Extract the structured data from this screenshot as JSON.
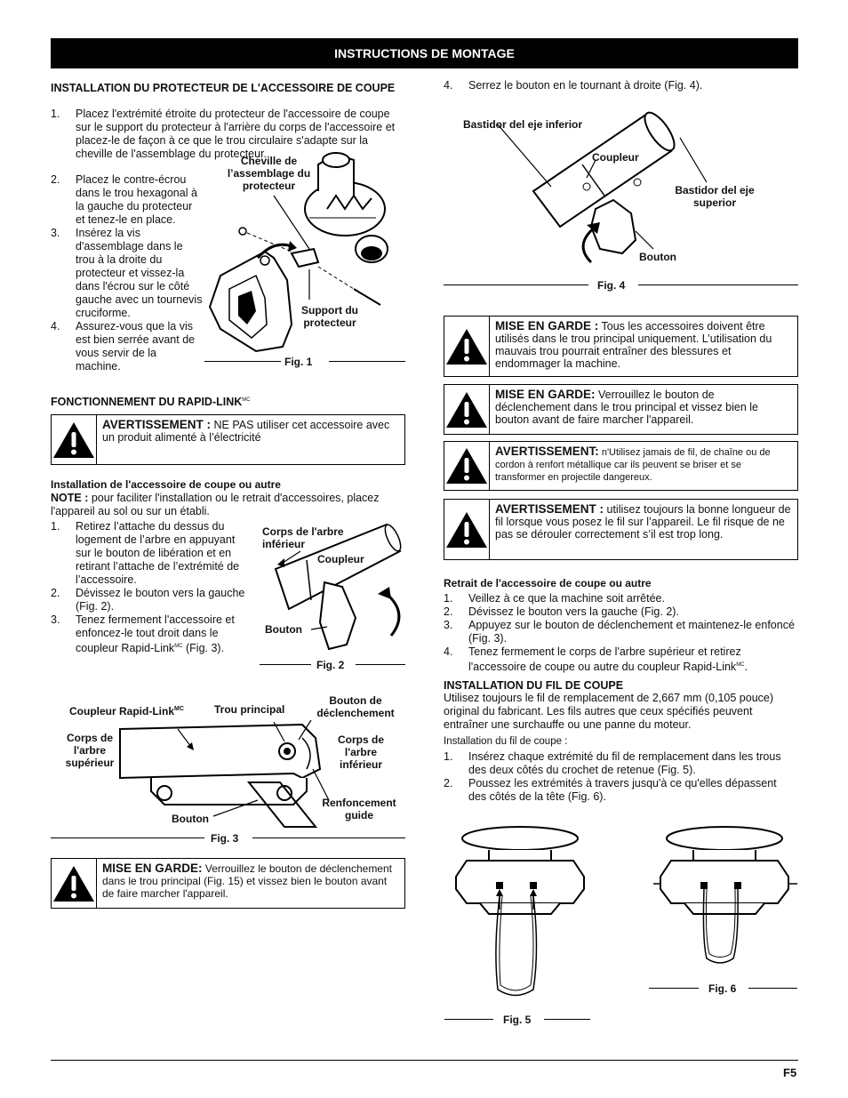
{
  "banner": "INSTRUCTIONS DE MONTAGE",
  "s1": {
    "title": "INSTALLATION DU PROTECTEUR DE L'ACCESSOIRE DE COUPE",
    "steps": [
      {
        "num": "1.",
        "text": "Placez l'extrémité étroite du protecteur de l'accessoire de coupe sur le support du protecteur à l'arrière du corps de l'accessoire et placez-le de façon à ce que le trou circulaire s'adapte sur la cheville de l'assemblage du protecteur."
      },
      {
        "num": "2.",
        "text": "Placez le contre-écrou dans le trou hexagonal à la gauche du protecteur et tenez-le en place."
      },
      {
        "num": "3.",
        "text": "Insérez la vis d'assemblage dans le trou  à la droite du protecteur et vissez-la dans l'écrou sur le côté gauche avec un tournevis cruciforme."
      },
      {
        "num": "4.",
        "text": "Assurez-vous que la vis est bien serrée avant de vous servir de la machine."
      }
    ],
    "fig_labels": {
      "cheville": "Cheville de l’assemblage du protecteur",
      "support": "Support du protecteur",
      "caption": "Fig. 1"
    }
  },
  "s2": {
    "title": "FONCTIONNEMENT DU RAPID-LINK",
    "title_sup": "MC",
    "warning": {
      "lead": "AVERTISSEMENT :",
      "text": " NE PAS utiliser cet accessoire avec un produit alimenté à l’électricité"
    },
    "sub": "Installation de l'accessoire de coupe ou autre",
    "note_lead": "NOTE :",
    "note_text": " pour faciliter l'installation ou le retrait d'accessoires, placez l'appareil au sol ou sur un établi.",
    "steps": [
      {
        "num": "1.",
        "text": "Retirez l’attache du dessus du logement de l’arbre en appuyant sur le bouton de libération et en retirant l’attache de l’extrémité de l’accessoire."
      },
      {
        "num": "2.",
        "text": "Dévissez le bouton vers la gauche (Fig. 2)."
      },
      {
        "num": "3.",
        "text_a": "Tenez fermement l'accessoire et enfoncez-le tout droit dans le coupleur Rapid-Link",
        "sup": "MC",
        "text_b": " (Fig. 3)."
      }
    ],
    "fig2": {
      "corps": "Corps de l'arbre inférieur",
      "coupleur": "Coupleur",
      "bouton": "Bouton",
      "caption": "Fig. 2"
    },
    "fig3": {
      "coupleur": "Coupleur Rapid-Link",
      "coupleur_sup": "MC",
      "trou": "Trou principal",
      "bouton_decl": "Bouton de déclenchement",
      "corps_sup": "Corps de l'arbre supérieur",
      "corps_inf": "Corps de l'arbre inférieur",
      "renf": "Renfoncement guide",
      "bouton": "Bouton",
      "caption": "Fig. 3"
    },
    "caution": {
      "lead": "MISE EN GARDE:",
      "text": " Verrouillez le bouton de déclenchement dans le trou principal (Fig. 15) et vissez bien le bouton avant de faire marcher l'appareil."
    }
  },
  "right": {
    "step4": {
      "num": "4.",
      "text": "Serrez le bouton en le tournant à droite (Fig. 4)."
    },
    "fig4": {
      "bastidor_inf": "Bastidor del eje inferior",
      "coupleur": "Coupleur",
      "bastidor_sup": "Bastidor del eje superior",
      "bouton": "Bouton",
      "caption": "Fig. 4"
    },
    "boxes": [
      {
        "lead": "MISE EN GARDE :",
        "text": " Tous les accessoires doivent être utilisés dans le trou principal uniquement. L’utilisation du mauvais trou pourrait entraîner des blessures et endommager la machine."
      },
      {
        "lead": "MISE EN GARDE:",
        "text": " Verrouillez le bouton de déclenchement dans le trou principal et vissez bien le bouton avant de faire marcher l'appareil."
      },
      {
        "lead": "AVERTISSEMENT:",
        "text": " n'Utilisez jamais de fil, de chaîne ou de cordon à renfort métallique car ils peuvent se briser et se transformer en projectile dangereux."
      },
      {
        "lead": "AVERTISSEMENT :",
        "text": " utilisez toujours la bonne longueur de fil lorsque vous posez le fil sur l’appareil.  Le fil risque de ne pas se dérouler correctement s’il est trop long."
      }
    ],
    "retrait_title": "Retrait de l'accessoire de coupe ou autre",
    "retrait_steps": [
      {
        "num": "1.",
        "text": "Veillez à ce que la machine soit arrêtée."
      },
      {
        "num": "2.",
        "text": "Dévissez le bouton vers la gauche (Fig. 2)."
      },
      {
        "num": "3.",
        "text": "Appuyez sur le bouton de déclenchement et maintenez-le enfoncé (Fig. 3)."
      },
      {
        "num": "4.",
        "text_a": "Tenez fermement le corps de l'arbre supérieur et retirez l'accessoire de coupe ou autre du coupleur Rapid-Link",
        "sup": "MC",
        "text_b": "."
      }
    ],
    "fil_title": "INSTALLATION DU FIL DE COUPE",
    "fil_text": "Utilisez toujours le fil de remplacement de 2,667 mm (0,105 pouce) original du fabricant. Les fils autres que ceux spécifiés peuvent entraîner une surchauffe ou une panne du moteur.",
    "fil_sub": "Installation du fil de coupe :",
    "fil_steps": [
      {
        "num": "1.",
        "text": "Insérez chaque extrémité du fil de remplacement dans les trous des deux côtés du crochet de retenue (Fig. 5)."
      },
      {
        "num": "2.",
        "text": "Poussez les extrémités à travers jusqu'à ce qu'elles dépassent des côtés de la tête (Fig. 6)."
      }
    ],
    "fig5": "Fig. 5",
    "fig6": "Fig. 6"
  },
  "page_number": "F5"
}
